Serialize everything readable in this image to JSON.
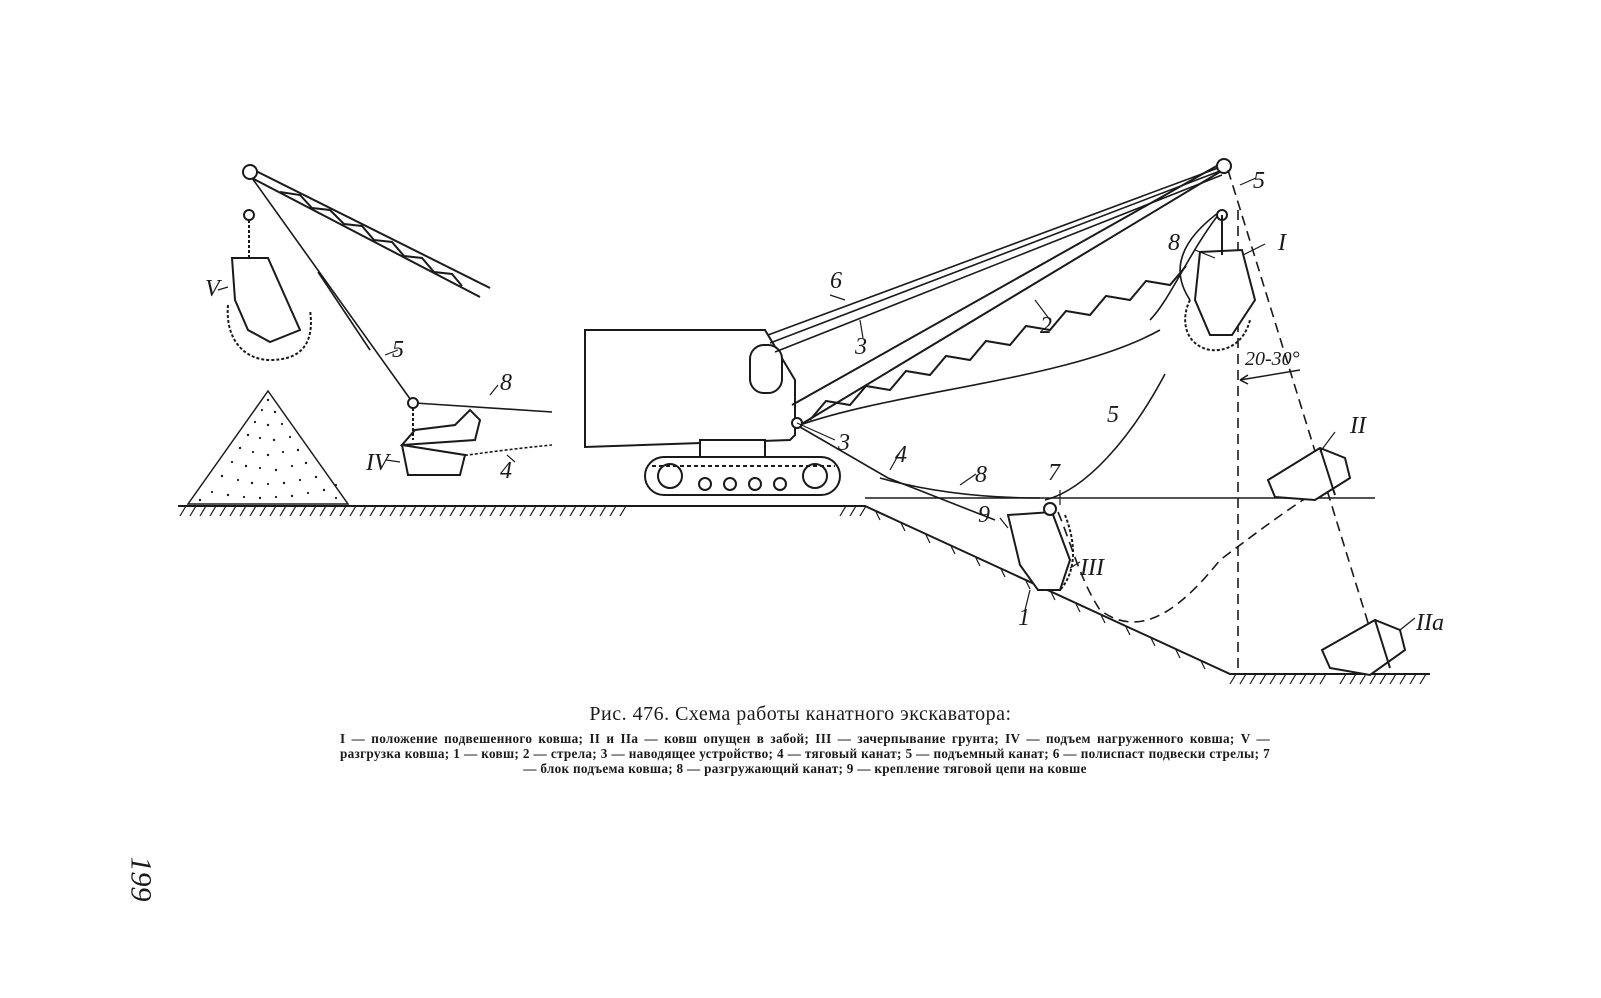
{
  "figure": {
    "labels": {
      "pos_I": "I",
      "pos_II": "II",
      "pos_IIa": "IIa",
      "pos_III": "III",
      "pos_IV": "IV",
      "pos_V": "V",
      "n1": "1",
      "n2": "2",
      "n3a": "3",
      "n3b": "3",
      "n4a": "4",
      "n4b": "4",
      "n5a": "5",
      "n5b": "5",
      "n5c": "5",
      "n6": "6",
      "n7": "7",
      "n8a": "8",
      "n8b": "8",
      "n8c": "8",
      "n9": "9",
      "angle": "20-30°"
    }
  },
  "caption": {
    "title": "Рис. 476. Схема работы канатного экскаватора:",
    "body": "I — положение подвешенного ковша; II и IIa — ковш опущен в забой; III — зачерпывание грунта; IV — подъем нагруженного ковша; V — разгрузка ковша; 1 — ковш; 2 — стрела; 3 — наводящее устройство; 4 — тяговый канат; 5 — подъемный канат; 6 — полиспаст подвески стрелы; 7 — блок подъема ковша; 8 — разгружающий канат; 9 — крепление тяговой цепи на ковше"
  },
  "page_number": "199"
}
